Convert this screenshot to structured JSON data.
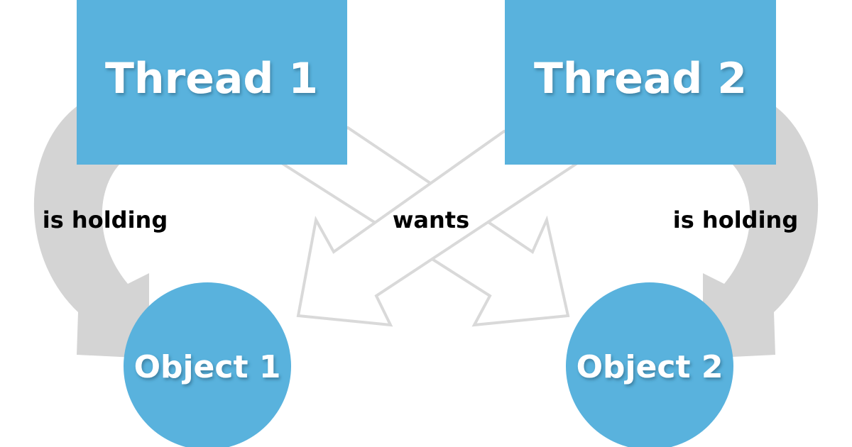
{
  "threads": [
    {
      "label": "Thread 1"
    },
    {
      "label": "Thread 2"
    }
  ],
  "objects": [
    {
      "label": "Object 1"
    },
    {
      "label": "Object 2"
    }
  ],
  "relations": {
    "holding_left": "is holding",
    "wants": "wants",
    "holding_right": "is holding"
  },
  "colors": {
    "node_fill": "#59b2dd",
    "holding_arrow": "#d4d4d4",
    "wants_arrow_stroke": "#d9d9d9",
    "text_on_node": "#ffffff",
    "relation_text": "#000000"
  }
}
